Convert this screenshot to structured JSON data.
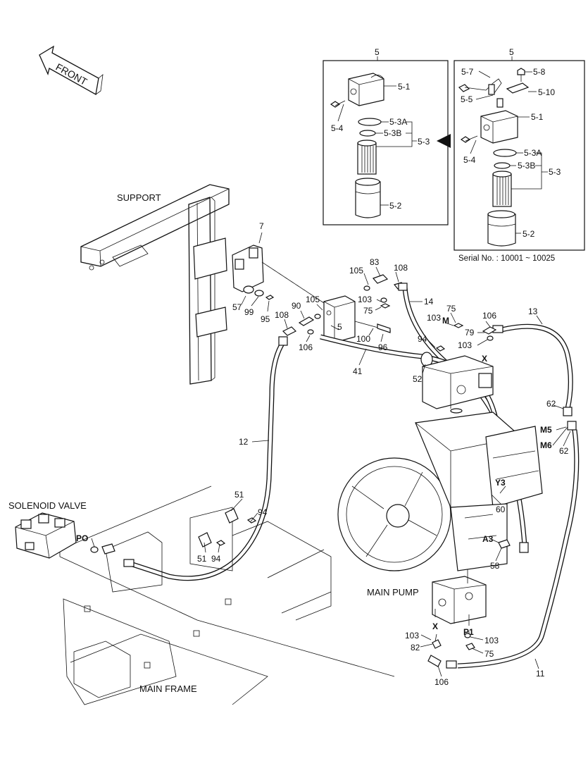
{
  "direction": {
    "front_label": "FRONT"
  },
  "captions": {
    "support": "SUPPORT",
    "solenoid_valve": "SOLENOID VALVE",
    "main_pump": "MAIN PUMP",
    "main_frame": "MAIN FRAME"
  },
  "inset_left": {
    "title": "5",
    "labels": [
      "5-1",
      "5-4",
      "5-3A",
      "5-3B",
      "5-3",
      "5-2"
    ]
  },
  "inset_right": {
    "title": "5",
    "labels": [
      "5-7",
      "5-8",
      "5-5",
      "5-10",
      "5-1",
      "5-4",
      "5-3A",
      "5-3B",
      "5-3",
      "5-2"
    ],
    "serial_note": "Serial No. : 10001 ~ 10025"
  },
  "callouts": {
    "c7": "7",
    "c57": "57",
    "c99": "99",
    "c95": "95",
    "c105a": "105",
    "c83": "83",
    "c108a": "108",
    "c14": "14",
    "c103a": "103",
    "c75a": "75",
    "c105b": "105",
    "c90": "90",
    "c108b": "108",
    "c5": "5",
    "c106a": "106",
    "c100": "100",
    "c96": "96",
    "c103b": "103",
    "c75b": "75",
    "cM": "M",
    "c79": "79",
    "c103c": "103",
    "c106b": "106",
    "c13": "13",
    "c94a": "94",
    "cX1": "X",
    "c41": "41",
    "c52": "52",
    "c12": "12",
    "c62a": "62",
    "cM5": "M5",
    "cM6": "M6",
    "c62b": "62",
    "cY3": "Y3",
    "c60": "60",
    "c51a": "51",
    "c94b": "94",
    "cPO": "PO",
    "c51b": "51",
    "c94c": "94",
    "cA3": "A3",
    "c58": "58",
    "cX2": "X",
    "c103d": "103",
    "c82": "82",
    "cP1": "P1",
    "c103e": "103",
    "c75c": "75",
    "c106c": "106",
    "c11": "11"
  }
}
